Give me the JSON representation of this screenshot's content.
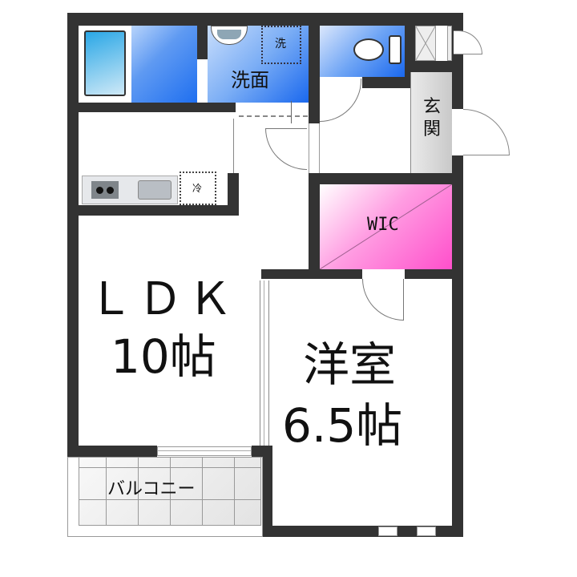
{
  "floorplan": {
    "rooms": {
      "ldk": {
        "name": "ＬＤＫ",
        "size": "10帖"
      },
      "western_room": {
        "name": "洋室",
        "size": "6.5帖"
      },
      "washroom": {
        "name": "洗面"
      },
      "wic": {
        "name": "WIC"
      },
      "entrance": {
        "name": "玄関"
      },
      "balcony": {
        "name": "バルコニー"
      }
    },
    "fixtures": {
      "washing_machine": "洗",
      "refrigerator": "冷"
    },
    "colors": {
      "wall": "#333333",
      "wet_area": "#1a68ee",
      "wic": "#ff4fcb",
      "entrance": "#c9c9c9"
    }
  }
}
